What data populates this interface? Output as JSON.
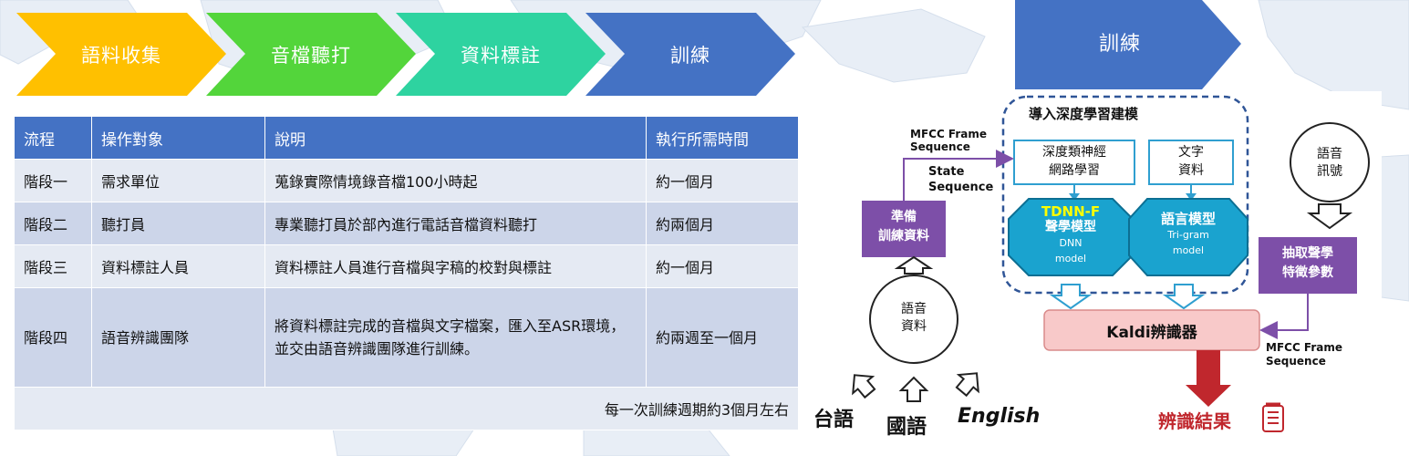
{
  "colors": {
    "step1": "#ffc000",
    "step2": "#53d53b",
    "step3": "#2ed3a0",
    "step4": "#4472c4",
    "header": "#4472c4",
    "row_light": "#e5eaf3",
    "row_dark": "#ccd5e9",
    "tdnn": "#1aa3cf",
    "purple": "#7d4fa8",
    "kaldi": "#f8c9c9",
    "result_red": "#c0272d"
  },
  "process_steps": [
    {
      "label": "語料收集",
      "icon": "chevron-arrow-icon"
    },
    {
      "label": "音檔聽打",
      "icon": "chevron-arrow-icon"
    },
    {
      "label": "資料標註",
      "icon": "chevron-arrow-icon"
    },
    {
      "label": "訓練",
      "icon": "chevron-arrow-icon"
    }
  ],
  "table": {
    "headers": [
      "流程",
      "操作對象",
      "說明",
      "執行所需時間"
    ],
    "rows": [
      [
        "階段一",
        "需求單位",
        "蒐錄實際情境錄音檔100小時起",
        "約一個月"
      ],
      [
        "階段二",
        "聽打員",
        "專業聽打員於部內進行電話音檔資料聽打",
        "約兩個月"
      ],
      [
        "階段三",
        "資料標註人員",
        "資料標註人員進行音檔與字稿的校對與標註",
        "約一個月"
      ],
      [
        "階段四",
        "語音辨識團隊",
        "將資料標註完成的音檔與文字檔案，匯入至ASR環境，並交由語音辨識團隊進行訓練。",
        "約兩週至一個月"
      ]
    ],
    "footer": "每一次訓練週期約3個月左右"
  },
  "diagram": {
    "banner": "訓練",
    "deep_learning_title": "導入深度學習建模",
    "dnn_box": [
      "深度類神經",
      "網路學習"
    ],
    "text_box": [
      "文字",
      "資料"
    ],
    "tdnn": {
      "title": "TDNN-F",
      "subtitle": "聲學模型",
      "line1": "DNN",
      "line2": "model"
    },
    "lm": {
      "title": "語言模型",
      "line1": "Tri-gram",
      "line2": "model"
    },
    "mfcc_top": [
      "MFCC Frame",
      "Sequence"
    ],
    "state_seq": [
      "State",
      "Sequence"
    ],
    "prep_box": [
      "準備",
      "訓練資料"
    ],
    "speech_signal": [
      "語音",
      "訊號"
    ],
    "feature_box": [
      "抽取聲學",
      "特徵參數"
    ],
    "speech_data": [
      "語音",
      "資料"
    ],
    "kaldi": "Kaldi辨識器",
    "mfcc_bottom": [
      "MFCC Frame",
      "Sequence"
    ],
    "languages": [
      "台語",
      "國語",
      "English"
    ],
    "result": "辨識結果"
  }
}
